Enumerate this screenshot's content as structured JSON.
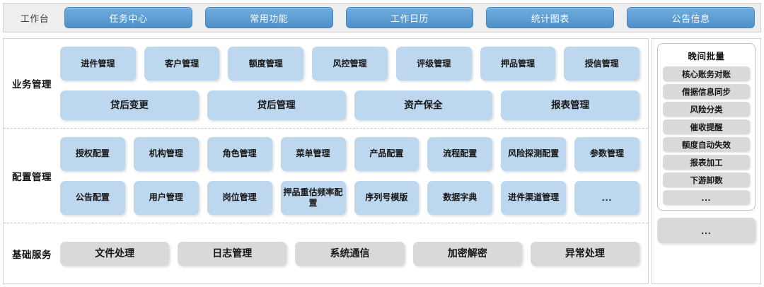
{
  "header": {
    "title": "工作台",
    "tabs": [
      {
        "label": "任务中心"
      },
      {
        "label": "常用功能"
      },
      {
        "label": "工作日历"
      },
      {
        "label": "统计图表"
      },
      {
        "label": "公告信息"
      }
    ],
    "accent_color": "#5a9ad5",
    "bar_bg": "#eeeeee"
  },
  "sections": [
    {
      "label": "业务管理",
      "cell_color": "#bdd7ee",
      "rows": [
        [
          "进件管理",
          "客户管理",
          "额度管理",
          "风控管理",
          "评级管理",
          "押品管理",
          "授信管理"
        ],
        [
          "贷后变更",
          "贷后管理",
          "资产保全",
          "报表管理"
        ]
      ]
    },
    {
      "label": "配置管理",
      "cell_color": "#bdd7ee",
      "rows": [
        [
          "授权配置",
          "机构管理",
          "角色管理",
          "菜单管理",
          "产品配置",
          "流程配置",
          "风险探测配置",
          "参数管理"
        ],
        [
          "公告配置",
          "用户管理",
          "岗位管理",
          "押品重估频率配置",
          "序列号模版",
          "数据字典",
          "进件渠道管理",
          "..."
        ]
      ]
    },
    {
      "label": "基础服务",
      "cell_color": "#d9d9d9",
      "rows": [
        [
          "文件处理",
          "日志管理",
          "系统通信",
          "加密解密",
          "异常处理"
        ]
      ]
    }
  ],
  "right_panel": {
    "batch": {
      "title": "晚间批量",
      "items": [
        "核心账务对账",
        "借据信息同步",
        "风险分类",
        "催收提醒",
        "额度自动失效",
        "报表加工",
        "下游卸数",
        "..."
      ]
    },
    "more_label": "..."
  }
}
